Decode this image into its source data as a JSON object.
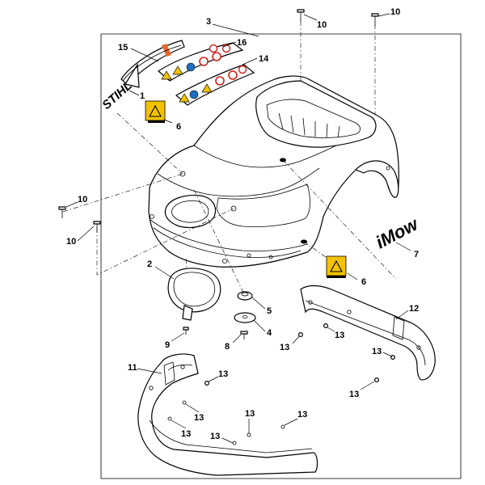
{
  "diagram": {
    "brand_logo": "STIHL",
    "product_logo": "iMow",
    "callouts": [
      {
        "id": "c1",
        "text": "1"
      },
      {
        "id": "c2",
        "text": "2"
      },
      {
        "id": "c3",
        "text": "3"
      },
      {
        "id": "c4",
        "text": "4"
      },
      {
        "id": "c5",
        "text": "5"
      },
      {
        "id": "c6a",
        "text": "6"
      },
      {
        "id": "c6b",
        "text": "6"
      },
      {
        "id": "c7",
        "text": "7"
      },
      {
        "id": "c8",
        "text": "8"
      },
      {
        "id": "c9",
        "text": "9"
      },
      {
        "id": "c10a",
        "text": "10"
      },
      {
        "id": "c10b",
        "text": "10"
      },
      {
        "id": "c10c",
        "text": "10"
      },
      {
        "id": "c10d",
        "text": "10"
      },
      {
        "id": "c11",
        "text": "11"
      },
      {
        "id": "c12",
        "text": "12"
      },
      {
        "id": "c13a",
        "text": "13"
      },
      {
        "id": "c13b",
        "text": "13"
      },
      {
        "id": "c13c",
        "text": "13"
      },
      {
        "id": "c13d",
        "text": "13"
      },
      {
        "id": "c13e",
        "text": "13"
      },
      {
        "id": "c13f",
        "text": "13"
      },
      {
        "id": "c13g",
        "text": "13"
      },
      {
        "id": "c13h",
        "text": "13"
      },
      {
        "id": "c13i",
        "text": "13"
      },
      {
        "id": "c13j",
        "text": "13"
      },
      {
        "id": "c14",
        "text": "14"
      },
      {
        "id": "c15",
        "text": "15"
      },
      {
        "id": "c16",
        "text": "16"
      }
    ],
    "colors": {
      "line": "#000000",
      "background": "#ffffff",
      "warning_yellow": "#f2c200",
      "prohibition_red": "#d0201a",
      "mandatory_blue": "#1f6fc0",
      "strip_orange": "#e8692a"
    }
  }
}
